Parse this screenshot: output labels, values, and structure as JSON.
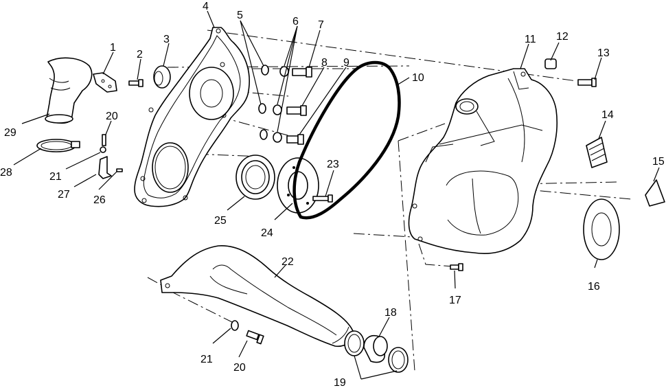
{
  "callouts": [
    "1",
    "2",
    "3",
    "4",
    "5",
    "6",
    "7",
    "8",
    "9",
    "10",
    "11",
    "12",
    "13",
    "14",
    "15",
    "16",
    "17",
    "18",
    "19",
    "20",
    "20",
    "21",
    "21",
    "22",
    "23",
    "24",
    "25",
    "26",
    "27",
    "28",
    "29"
  ]
}
